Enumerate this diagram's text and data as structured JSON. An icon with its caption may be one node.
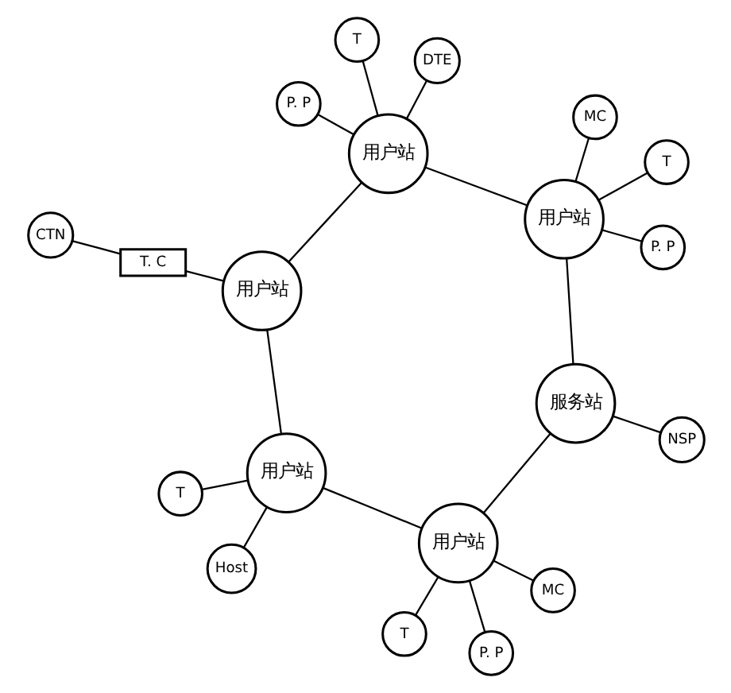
{
  "diagram": {
    "nodes": [
      {
        "text": [
          "MC"
        ]
      },
      {
        "text": [
          "P. P"
        ]
      },
      {
        "text": [
          "Host"
        ]
      },
      {
        "text": [
          "T"
        ]
      },
      {
        "text": [
          "T"
        ]
      },
      {
        "text": [
          "用户站"
        ]
      },
      {
        "text": [
          "用户站"
        ]
      },
      {
        "text": [
          "T. C"
        ]
      },
      {
        "text": [
          "用户站"
        ]
      },
      {
        "text": [
          "服务站"
        ]
      },
      {
        "text": [
          "NSP"
        ]
      },
      {
        "text": [
          "CTN"
        ]
      },
      {
        "text": [
          "DTE"
        ]
      },
      {
        "text": [
          "用户站"
        ]
      },
      {
        "text": [
          "用户站"
        ]
      },
      {
        "text": [
          "MC"
        ]
      },
      {
        "text": [
          "T"
        ]
      },
      {
        "text": [
          "P. P"
        ]
      },
      {
        "text": [
          "T"
        ]
      },
      {
        "text": [
          "P. P"
        ]
      }
    ],
    "edges": [
      {
        "from": 5,
        "to": 6,
        "arrow": "none"
      },
      {
        "from": 6,
        "to": 9,
        "arrow": "none"
      },
      {
        "from": 9,
        "to": 14,
        "arrow": "none"
      },
      {
        "from": 14,
        "to": 13,
        "arrow": "none"
      },
      {
        "from": 13,
        "to": 8,
        "arrow": "none"
      },
      {
        "from": 8,
        "to": 5,
        "arrow": "none"
      },
      {
        "from": 5,
        "to": 2,
        "arrow": "none"
      },
      {
        "from": 5,
        "to": 4,
        "arrow": "none"
      },
      {
        "from": 6,
        "to": 1,
        "arrow": "none"
      },
      {
        "from": 6,
        "to": 0,
        "arrow": "none"
      },
      {
        "from": 6,
        "to": 3,
        "arrow": "none"
      },
      {
        "from": 9,
        "to": 10,
        "arrow": "none"
      },
      {
        "from": 8,
        "to": 7,
        "arrow": "none"
      },
      {
        "from": 7,
        "to": 11,
        "arrow": "none"
      },
      {
        "from": 13,
        "to": 12,
        "arrow": "none"
      },
      {
        "from": 13,
        "to": 16,
        "arrow": "none"
      },
      {
        "from": 13,
        "to": 17,
        "arrow": "none"
      },
      {
        "from": 14,
        "to": 18,
        "arrow": "none"
      },
      {
        "from": 14,
        "to": 19,
        "arrow": "none"
      },
      {
        "from": 14,
        "to": 15,
        "arrow": "none"
      }
    ]
  }
}
